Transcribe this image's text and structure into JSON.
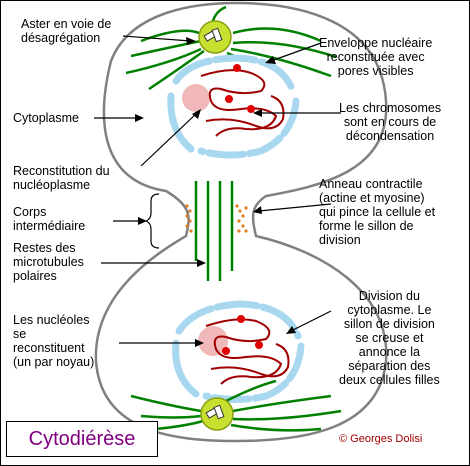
{
  "labels": {
    "aster": "Aster en voie de\ndésagrégation",
    "enveloppe": "Enveloppe nucléaire\nreconstituée avec\npores visibles",
    "cytoplasme": "Cytoplasme",
    "chromosomes": "Les chromosomes\nsont en cours de\ndécondensation",
    "nucleoplasme": "Reconstitution du\nnucléoplasme",
    "corps": "Corps\nintermédiaire",
    "anneau": "Anneau contractile\n(actine et myosine)\nqui pince la cellule et\nforme le sillon de\ndivision",
    "restes": "Restes des\nmicrotubules\npolaires",
    "nucleoles": "Les nucléoles\nse\nreconstituent\n(un par noyau)",
    "division": "Division du\ncytoplasme. Le\nsillon de division\nse creuse et\nannonce la\nséparation des\ndeux cellules filles"
  },
  "title": "Cytodiérèse",
  "credit": "© Georges Dolisi",
  "colors": {
    "title": "#800080",
    "membrane": "#808080",
    "aster_fiber": "#008000",
    "centrosome": "#c8e030",
    "envelope": "#a8d8f0",
    "chromosome": "#a00000",
    "nucleolus_dot": "#e00000",
    "nucleoplasm": "#f0b8b8",
    "ring_dots": "#e08020"
  }
}
